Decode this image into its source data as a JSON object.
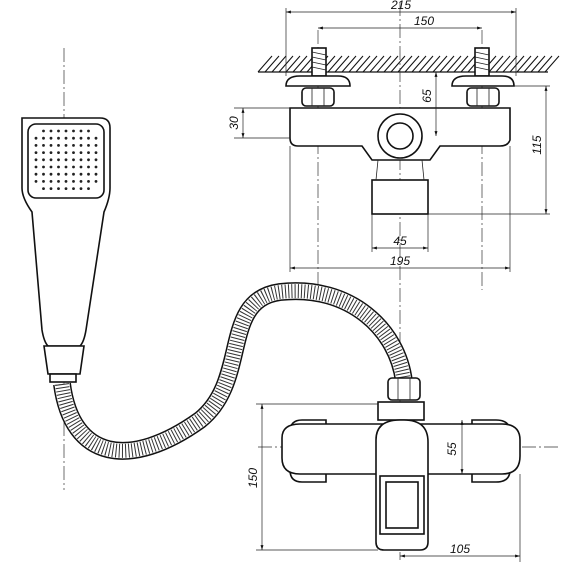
{
  "dimensions": {
    "top_width": "215",
    "inlet_spacing": "150",
    "inlet_height": "65",
    "body_height": "30",
    "total_height": "115",
    "spout_width": "45",
    "body_width": "195",
    "front_height": "150",
    "front_knob": "55",
    "front_depth": "105"
  },
  "colors": {
    "line": "#111111",
    "background": "#ffffff"
  }
}
